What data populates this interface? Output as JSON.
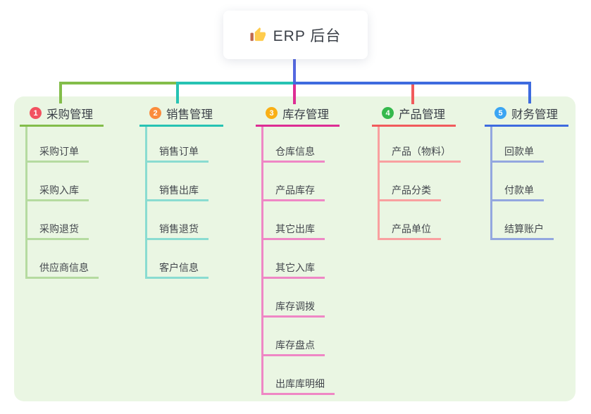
{
  "root": {
    "label": "ERP 后台",
    "icon": "thumbs-up-icon"
  },
  "branches": [
    {
      "index": "1",
      "label": "采购管理",
      "badge_color": "#F25160",
      "line_color": "#83BD4A",
      "light_color": "#B5DBA0",
      "children": [
        "采购订单",
        "采购入库",
        "采购退货",
        "供应商信息"
      ]
    },
    {
      "index": "2",
      "label": "销售管理",
      "badge_color": "#FB8C3C",
      "line_color": "#27C3B3",
      "light_color": "#8ADCD1",
      "children": [
        "销售订单",
        "销售出库",
        "销售退货",
        "客户信息"
      ]
    },
    {
      "index": "3",
      "label": "库存管理",
      "badge_color": "#F9AF15",
      "line_color": "#DD2D94",
      "light_color": "#EF87C5",
      "children": [
        "仓库信息",
        "产品库存",
        "其它出库",
        "其它入库",
        "库存调拨",
        "库存盘点",
        "出库库明细"
      ]
    },
    {
      "index": "4",
      "label": "产品管理",
      "badge_color": "#35B94D",
      "line_color": "#F15B5C",
      "light_color": "#F9A0A0",
      "children": [
        "产品（物料）",
        "产品分类",
        "产品单位"
      ]
    },
    {
      "index": "5",
      "label": "财务管理",
      "badge_color": "#3BA5F3",
      "line_color": "#3E6BDF",
      "light_color": "#93A7DF",
      "children": [
        "回款单",
        "付款单",
        "结算账户"
      ]
    }
  ],
  "colors": {
    "stem": "#5468E0",
    "panel_bg": "#EAF6E3",
    "canvas_bg": "#FFFFFF",
    "header_text": "#3A3F47",
    "child_text": "#43474D"
  }
}
